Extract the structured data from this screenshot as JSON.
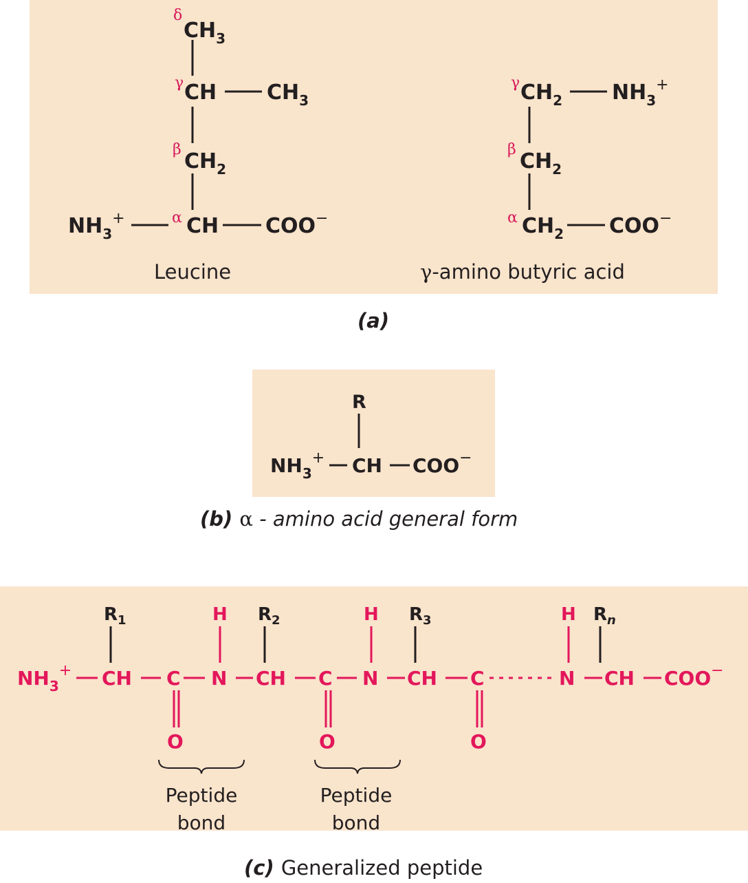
{
  "colors": {
    "panel_bg": "#f9e4cc",
    "text": "#231f20",
    "accent": "#e3175b"
  },
  "panel_a": {
    "leucine": {
      "delta": "δ",
      "delta_group": "CH",
      "delta_sub": "3",
      "gamma": "γ",
      "gamma_group": "CH",
      "side_group": "CH",
      "side_sub": "3",
      "beta": "β",
      "beta_group": "CH",
      "beta_sub": "2",
      "alpha": "α",
      "alpha_group": "CH",
      "amine": "NH",
      "amine_sub": "3",
      "amine_charge": "+",
      "carboxyl": "COO",
      "carboxyl_charge": "−",
      "name": "Leucine"
    },
    "gaba": {
      "gamma": "γ",
      "gamma_group": "CH",
      "gamma_sub": "2",
      "amine": "NH",
      "amine_sub": "3",
      "amine_charge": "+",
      "beta": "β",
      "beta_group": "CH",
      "beta_sub": "2",
      "alpha": "α",
      "alpha_group": "CH",
      "alpha_sub": "2",
      "carboxyl": "COO",
      "carboxyl_charge": "−",
      "name_greek": "γ",
      "name": "-amino butyric acid"
    },
    "caption": "(a)"
  },
  "panel_b": {
    "r": "R",
    "amine": "NH",
    "amine_sub": "3",
    "amine_charge": "+",
    "ch": "CH",
    "carboxyl": "COO",
    "carboxyl_charge": "−",
    "caption_label": "(b)",
    "caption_greek": "α",
    "caption_text": " - amino acid general form"
  },
  "panel_c": {
    "r_groups": [
      {
        "label": "R",
        "sub": "1"
      },
      {
        "label": "R",
        "sub": "2"
      },
      {
        "label": "R",
        "sub": "3"
      },
      {
        "label": "R",
        "sub": "n"
      }
    ],
    "h_atoms": [
      "H",
      "H",
      "H"
    ],
    "backbone": {
      "amine": "NH",
      "amine_sub": "3",
      "amine_charge": "+",
      "ch": "CH",
      "c": "C",
      "n": "N",
      "o": "O",
      "carboxyl": "COO",
      "carboxyl_charge": "−"
    },
    "bond_labels": [
      {
        "line1": "Peptide",
        "line2": "bond"
      },
      {
        "line1": "Peptide",
        "line2": "bond"
      }
    ],
    "caption_label": "(c)",
    "caption_text": "Generalized peptide"
  }
}
